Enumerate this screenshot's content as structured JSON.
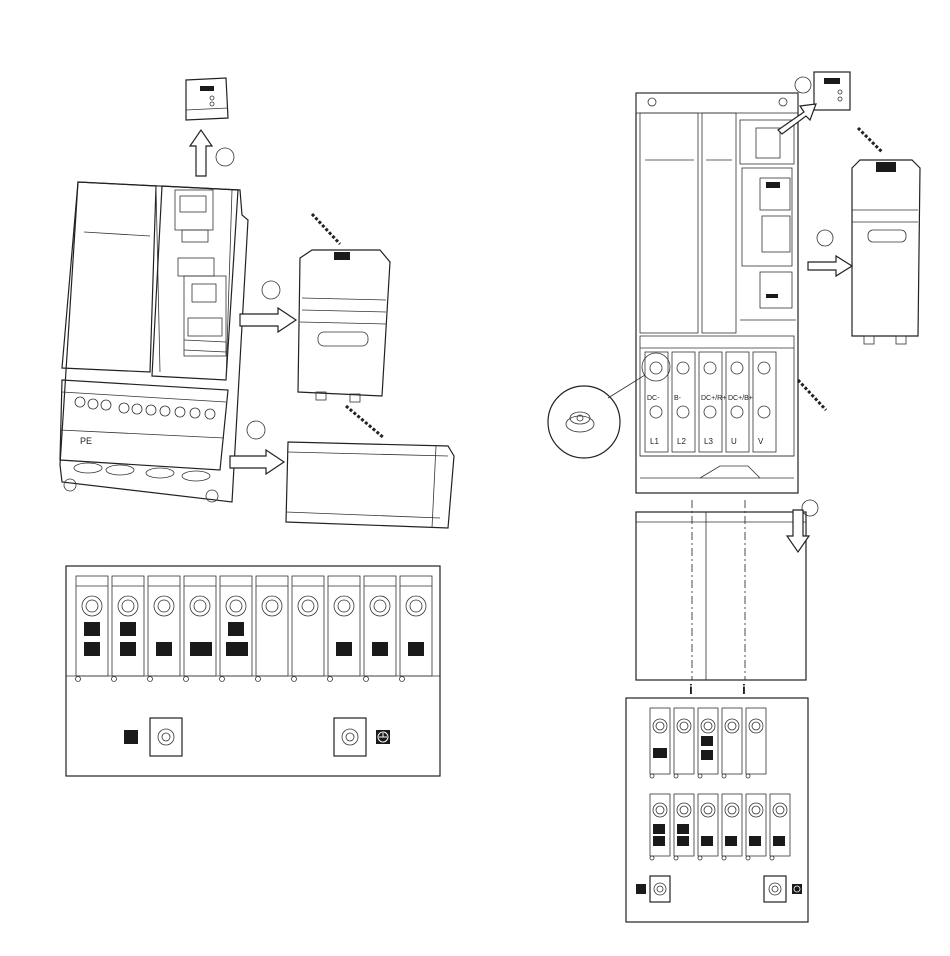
{
  "colors": {
    "ink": "#222222",
    "paper": "#ffffff",
    "marker": "#1a1a1a"
  },
  "left_drive": {
    "pe_label": "PE"
  },
  "right_drive": {
    "terminal_labels_top": [
      "DC-",
      "B-",
      "DC+/R+",
      "DC+/B+"
    ],
    "terminal_labels_bottom": [
      "L1",
      "L2",
      "L3",
      "U",
      "V"
    ],
    "info_icons": [
      "i",
      "i"
    ]
  },
  "icons": {
    "arrow": "arrow-right-icon",
    "screwdriver": "screwdriver-icon",
    "ground": "ground-icon"
  }
}
